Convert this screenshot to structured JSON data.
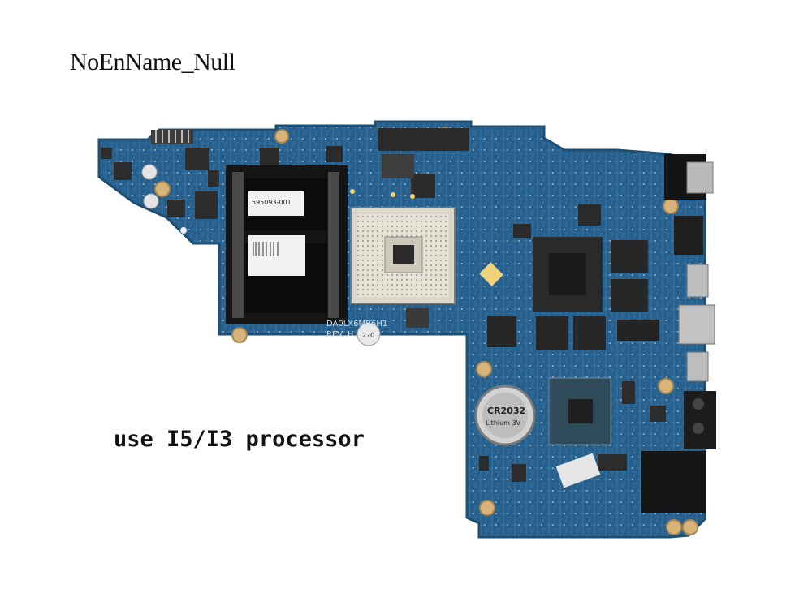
{
  "watermark": "NoEnName_Null",
  "caption": "use I5/I3 processor",
  "board": {
    "silkscreen_model": "DA0LX6MB6H1",
    "silkscreen_rev": "REV: H",
    "battery_label": "CR2032",
    "battery_sub": "Lithium 3V",
    "sticker_code": "595093-001",
    "capacitor_label": "220",
    "colors": {
      "pcb": "#27608c",
      "pcb_edge": "#1d4e74",
      "chip": "#2b2b2b",
      "pad": "#d8b47a",
      "ram_slot": "#121212"
    }
  }
}
